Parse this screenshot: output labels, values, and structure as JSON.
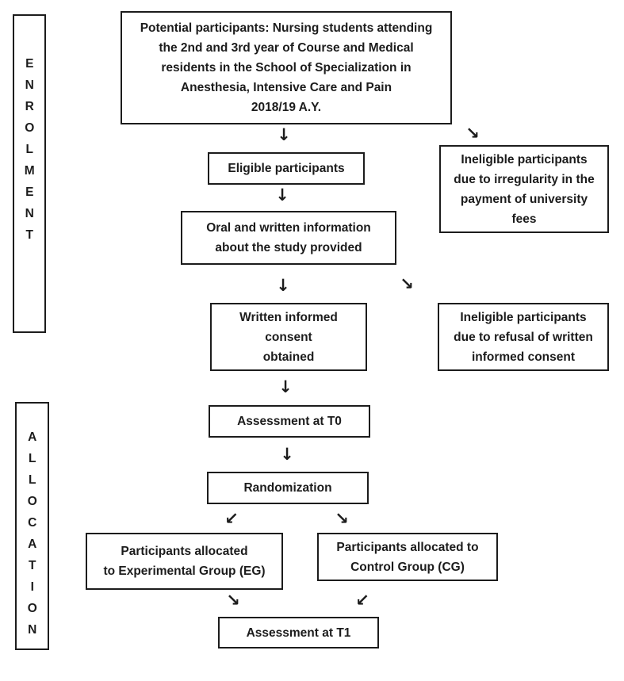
{
  "diagram": {
    "phases": {
      "enrolment": "ENROLMENT",
      "allocation": "ALLOCATION"
    },
    "boxes": {
      "potential": {
        "lines": [
          "Potential participants: Nursing students attending",
          "the 2nd and 3rd year of Course and Medical",
          "residents in the School of Specialization in",
          "Anesthesia, Intensive Care and Pain",
          "2018/19 A.Y."
        ]
      },
      "eligible": {
        "lines": [
          "Eligible participants"
        ]
      },
      "ineligible_fees": {
        "lines": [
          "Ineligible participants",
          "due to irregularity in the",
          "payment of university",
          "fees"
        ]
      },
      "oral_info": {
        "lines": [
          "Oral and written information",
          "about the study provided"
        ]
      },
      "consent": {
        "lines": [
          "Written informed",
          "consent",
          "obtained"
        ]
      },
      "ineligible_refusal": {
        "lines": [
          "Ineligible participants",
          "due to refusal of written",
          "informed consent"
        ]
      },
      "t0": {
        "lines": [
          "Assessment at T0"
        ]
      },
      "randomization": {
        "lines": [
          "Randomization"
        ]
      },
      "eg": {
        "lines": [
          "Participants allocated",
          "to Experimental Group (EG)"
        ]
      },
      "cg": {
        "lines": [
          "Participants allocated to",
          "Control Group (CG)"
        ]
      },
      "t1": {
        "lines": [
          "Assessment at T1"
        ]
      }
    },
    "arrows": {
      "down": "↓",
      "down_right": "↘",
      "down_left": "↙"
    },
    "colors": {
      "border": "#1c1c1c",
      "text": "#1c1c1c",
      "background": "#ffffff"
    }
  }
}
